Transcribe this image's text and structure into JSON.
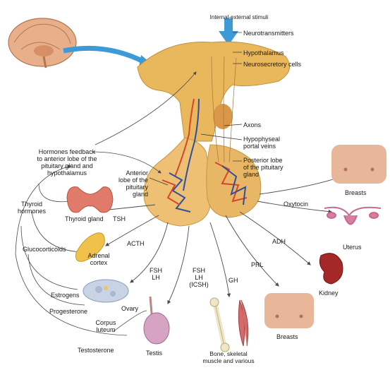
{
  "labels": {
    "stimuli": "Internal-external stimuli",
    "neurotransmitters": "Neurotransmitters",
    "hypothalamus": "Hypothalamus",
    "neurosecretory": "Neurosecretory cells",
    "axons": "Axons",
    "portal_veins": "Hypophyseal\nportal veins",
    "posterior_lobe": "Posterior lobe\nof the pituitary\ngland",
    "anterior_lobe": "Anterior\nlobe of the\npituitary\ngland",
    "feedback": "Hormones feedback\nto anterior lobe of the\npituitary gland and\nhypothalamus",
    "thyroid_hormones": "Thyroid\nhormones",
    "thyroid_gland": "Thyroid gland",
    "tsh": "TSH",
    "glucocorticoids": "Glucocorticoids",
    "adrenal_cortex": "Adrenal\ncortex",
    "acth": "ACTH",
    "fsh_lh": "FSH\nLH",
    "fsh_lh_icsh": "FSH\nLH\n(ICSH)",
    "gh": "GH",
    "estrogens": "Estrogens",
    "progesterone": "Progesterone",
    "ovary": "Ovary",
    "corpus_luteum": "Corpus\nluteum",
    "testosterone": "Testosterone",
    "testis": "Testis",
    "bone_muscle": "Bone, skeletal\nmuscle and various",
    "prl": "PRL",
    "breasts_lower": "Breasts",
    "adh": "ADH",
    "kidney": "Kidney",
    "oxytocin": "Oxytocin",
    "uterus": "Uterus",
    "breasts_upper": "Breasts"
  },
  "colors": {
    "hypothalamus_fill": "#e9b85c",
    "pituitary_fill": "#eec073",
    "arrow_blue": "#3d9ad6",
    "vessel_red": "#d8452b",
    "vessel_blue": "#2f4f9e",
    "thyroid": "#e07a6a",
    "adrenal": "#f0c24a",
    "ovary": "#c8d3e6",
    "testis": "#d7a3c3",
    "bone": "#efe6c8",
    "muscle": "#d46a6a",
    "kidney": "#a52828",
    "uterus": "#d77ea0",
    "skin": "#e8b79a"
  }
}
